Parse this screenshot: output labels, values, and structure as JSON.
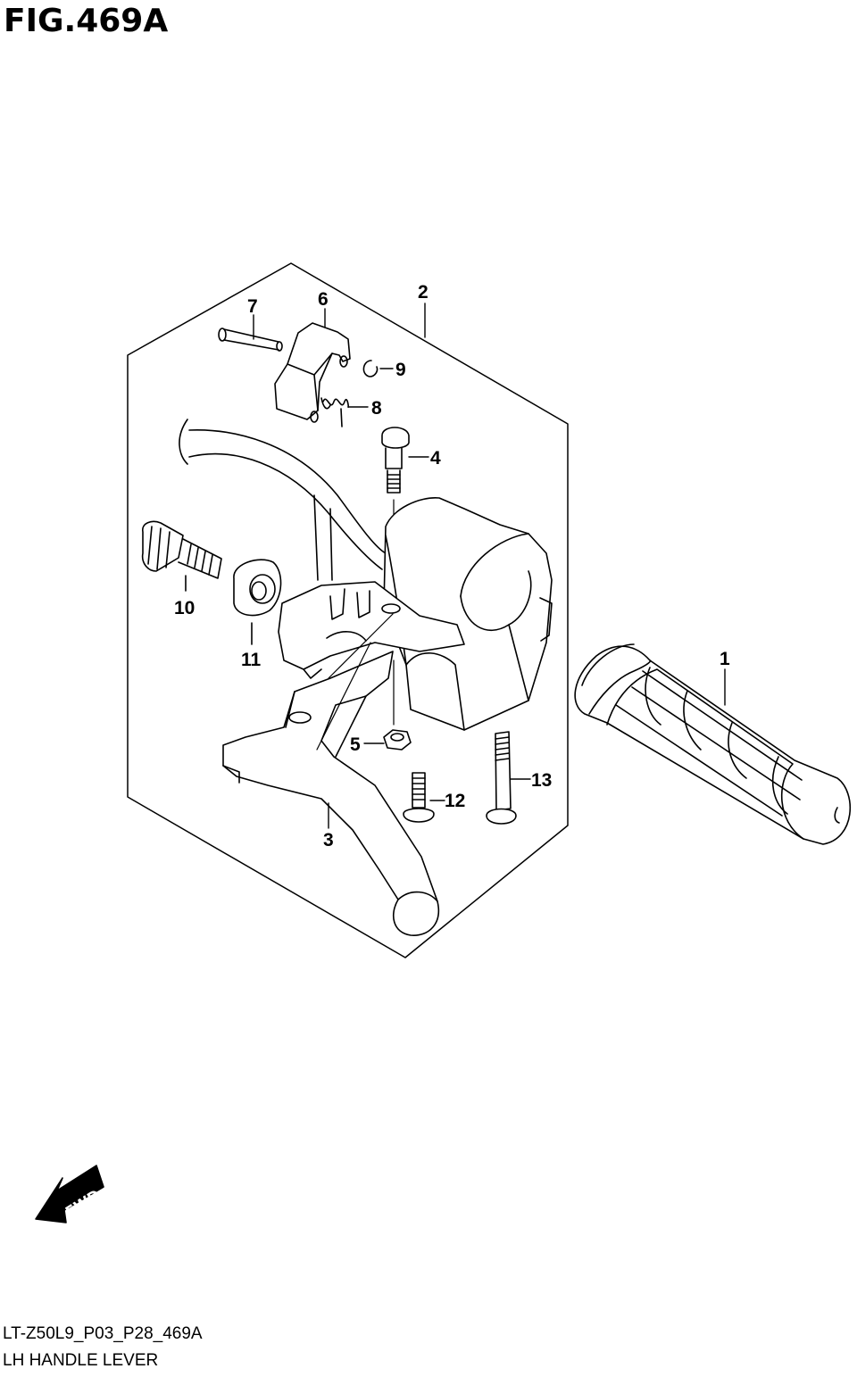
{
  "figure": {
    "title": "FIG.469A",
    "code": "LT-Z50L9_P03_P28_469A",
    "name": "LH HANDLE LEVER",
    "direction_label": "FWD"
  },
  "parts": [
    {
      "number": "1"
    },
    {
      "number": "2"
    },
    {
      "number": "3"
    },
    {
      "number": "4"
    },
    {
      "number": "5"
    },
    {
      "number": "6"
    },
    {
      "number": "7"
    },
    {
      "number": "8"
    },
    {
      "number": "9"
    },
    {
      "number": "10"
    },
    {
      "number": "11"
    },
    {
      "number": "12"
    },
    {
      "number": "13"
    }
  ],
  "colors": {
    "line": "#000000",
    "background": "#ffffff"
  }
}
